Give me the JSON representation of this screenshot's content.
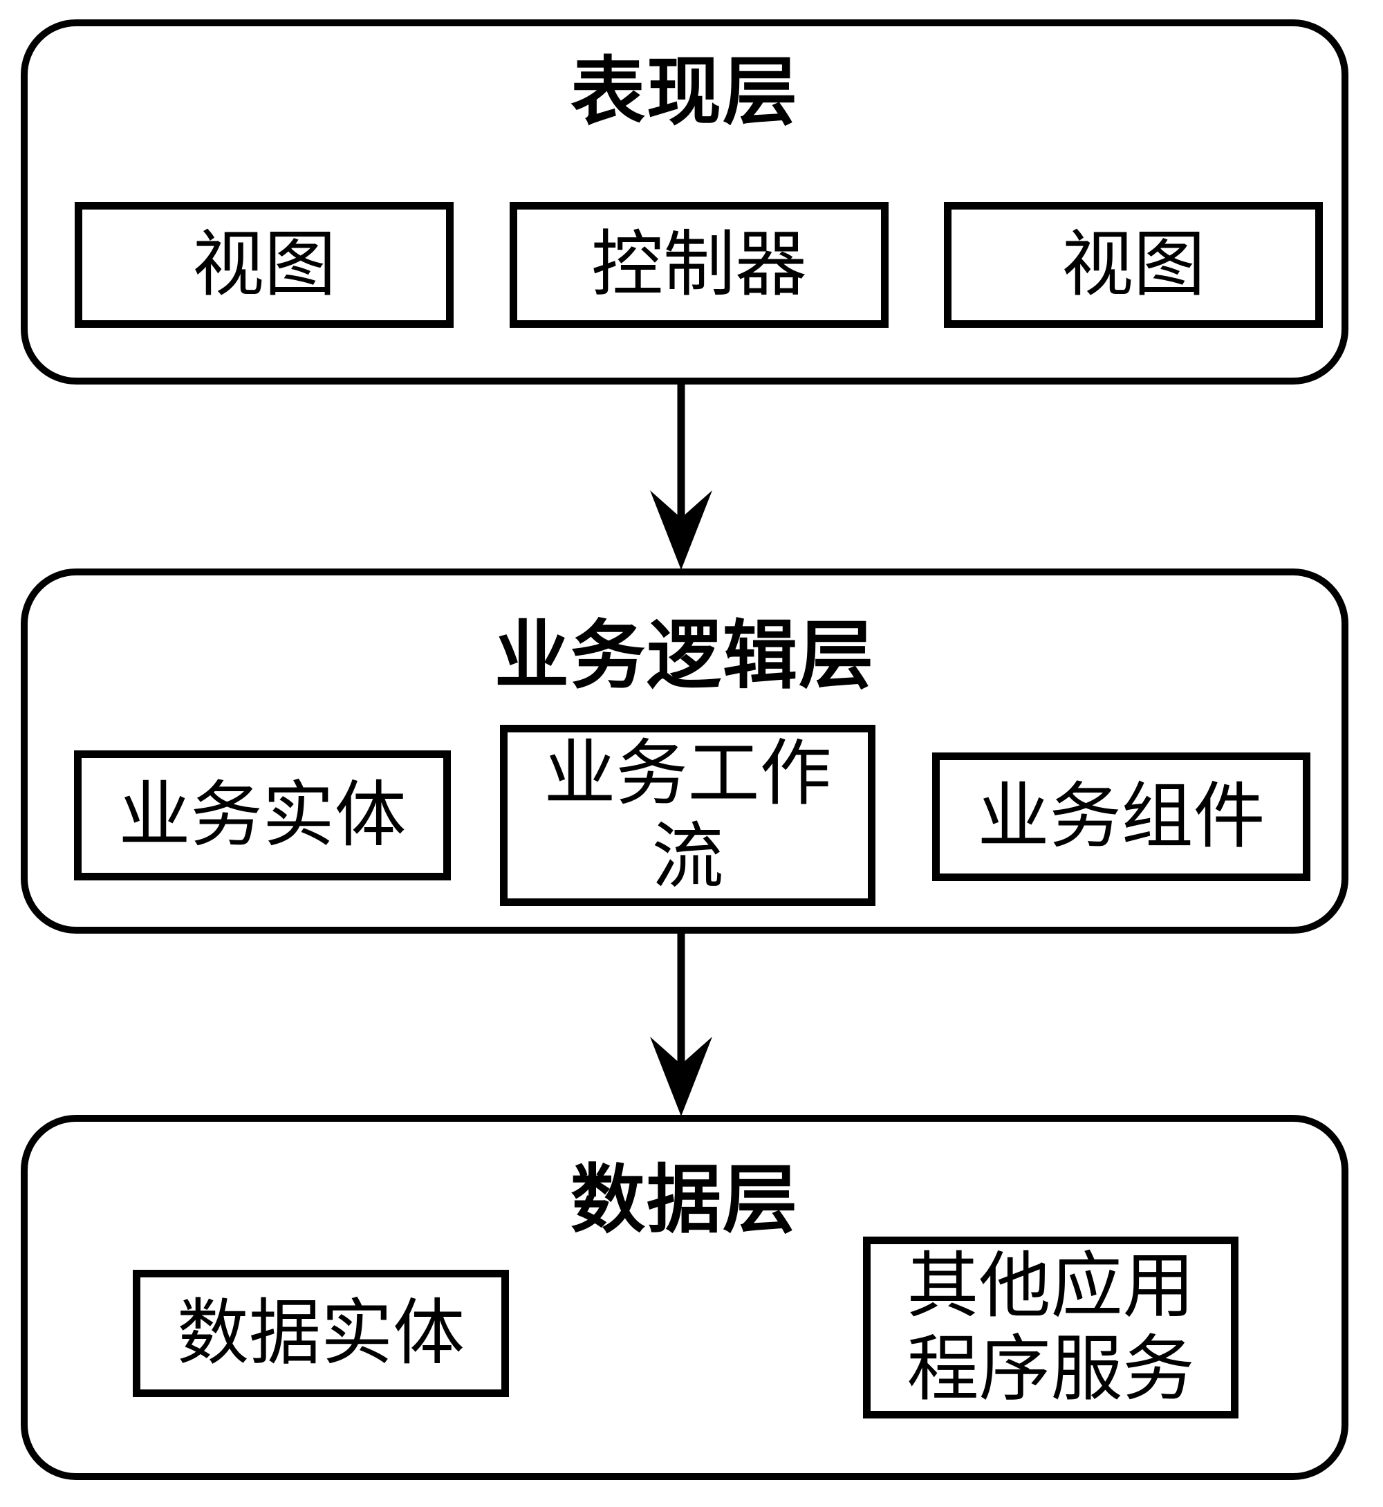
{
  "page": {
    "background_color": "#ffffff",
    "stroke_color": "#000000",
    "text_color": "#000000"
  },
  "diagram": {
    "type": "layered-architecture-flowchart",
    "layers": [
      {
        "title": "表现层",
        "boxes": [
          {
            "label": "视图"
          },
          {
            "label": "控制器"
          },
          {
            "label": "视图"
          }
        ]
      },
      {
        "title": "业务逻辑层",
        "boxes": [
          {
            "label": "业务实体"
          },
          {
            "label": "业务工作流"
          },
          {
            "label": "业务组件"
          }
        ]
      },
      {
        "title": "数据层",
        "boxes": [
          {
            "label": "数据实体"
          },
          {
            "label": "其他应用程序服务"
          }
        ]
      }
    ],
    "arrows": [
      {
        "name": "presentation-to-business",
        "direction": "down"
      },
      {
        "name": "business-to-data",
        "direction": "down"
      }
    ]
  }
}
